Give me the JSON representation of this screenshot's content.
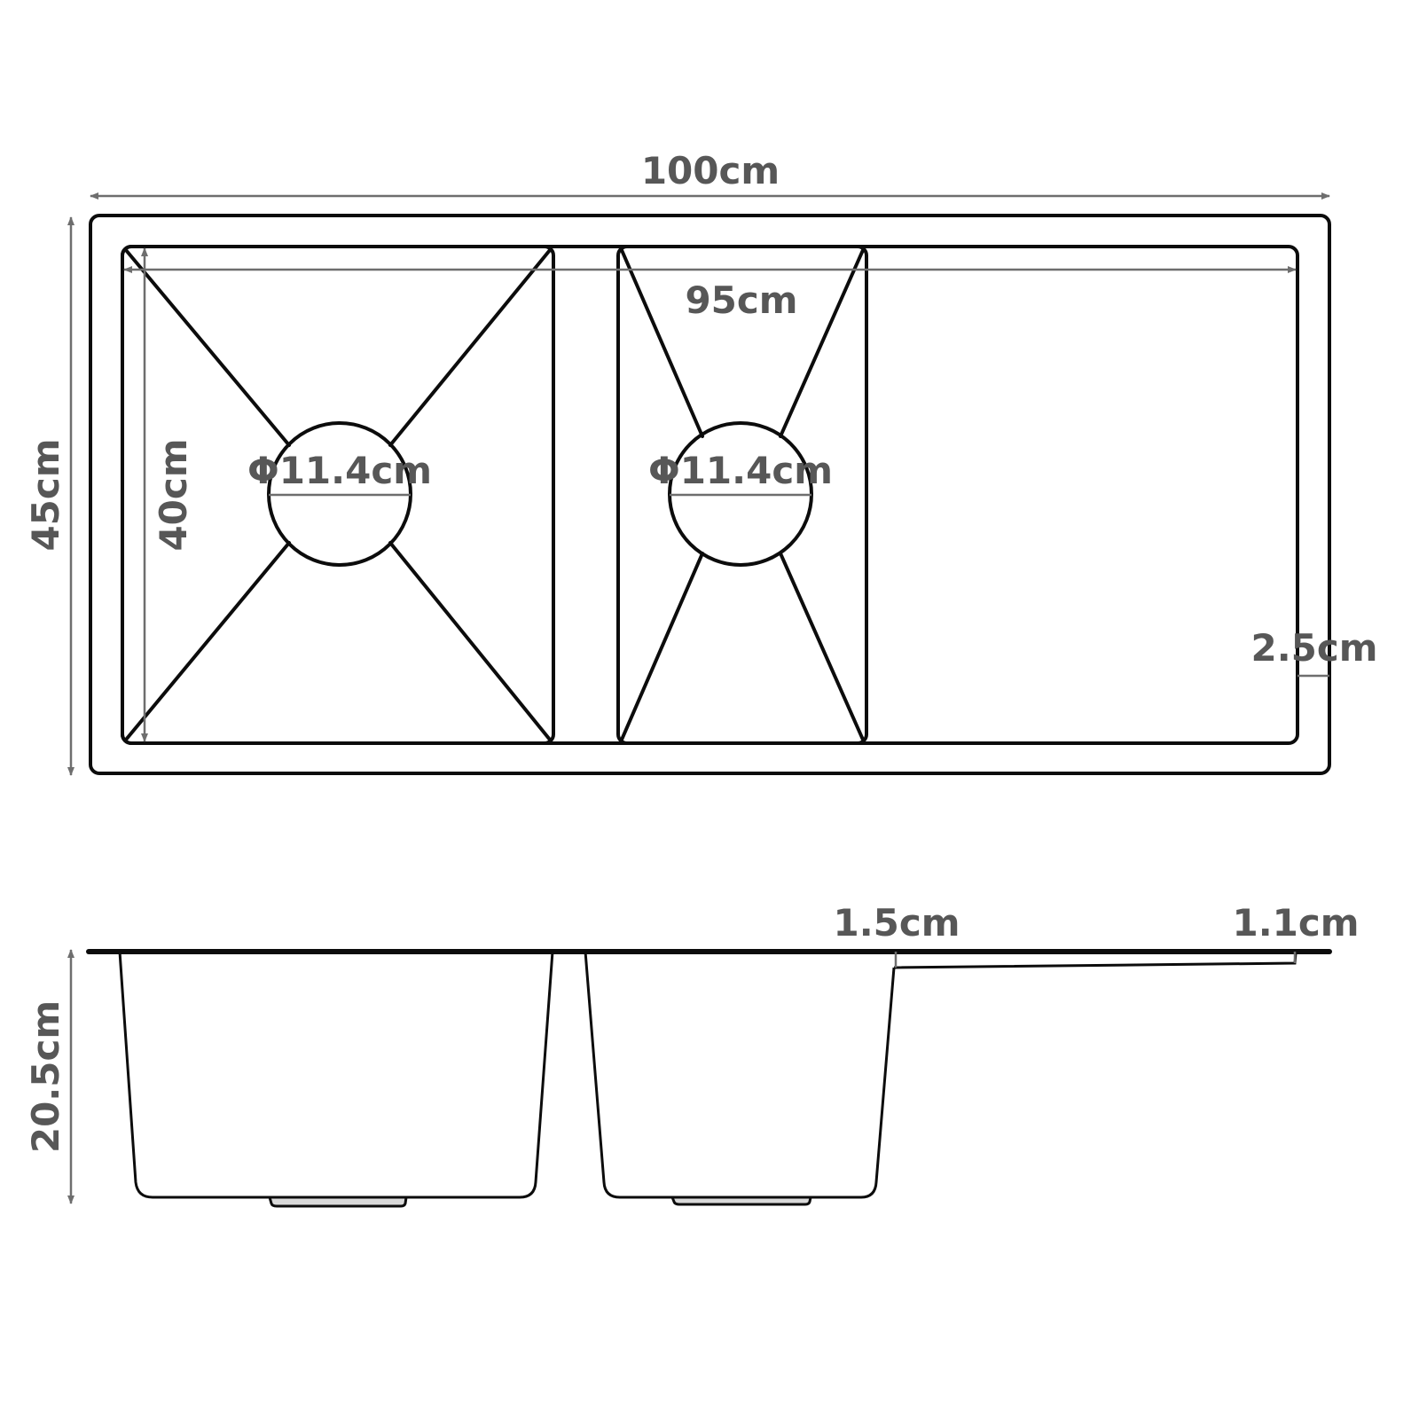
{
  "top_view": {
    "overall_width": "100cm",
    "overall_depth": "45cm",
    "inner_width": "95cm",
    "inner_depth": "40cm",
    "left_drain_diameter": "Φ11.4cm",
    "right_drain_diameter": "Φ11.4cm",
    "rim_width": "2.5cm"
  },
  "side_view": {
    "depth": "20.5cm",
    "bowl_rim_thickness": "1.5cm",
    "drainboard_thickness": "1.1cm"
  },
  "colors": {
    "outline": "#0c0c0c",
    "dimension_line": "#6e6e6e",
    "label_text": "#575757",
    "background": "#ffffff"
  }
}
